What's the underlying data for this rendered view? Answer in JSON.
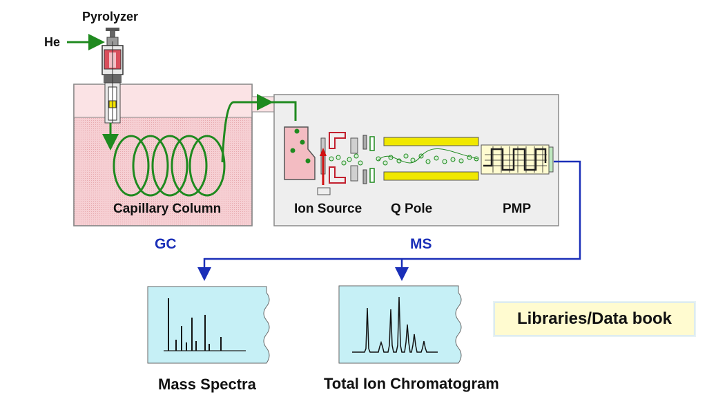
{
  "labels": {
    "pyrolyzer": "Pyrolyzer",
    "he": "He",
    "capillary_column": "Capillary Column",
    "ion_source": "Ion Source",
    "q_pole": "Q Pole",
    "pmp": "PMP",
    "gc": "GC",
    "ms": "MS",
    "libraries": "Libraries/Data book",
    "mass_spectra": "Mass Spectra",
    "tic": "Total Ion Chromatogram"
  },
  "colors": {
    "gas_flow": "#1f8a1f",
    "signal_line": "#1a2fb8",
    "gc_oven": "#f7d0d4",
    "ms_chamber": "#eeeeee",
    "result_panel": "#c6f0f6",
    "quadrupole_rods": "#f0e800",
    "libraries_box": "#fffbd0"
  },
  "icons": [
    "pyrolyzer-icon",
    "coil-icon",
    "ion-source-icon",
    "quadrupole-icon",
    "detector-icon",
    "spectrum-icon",
    "chromatogram-icon"
  ]
}
